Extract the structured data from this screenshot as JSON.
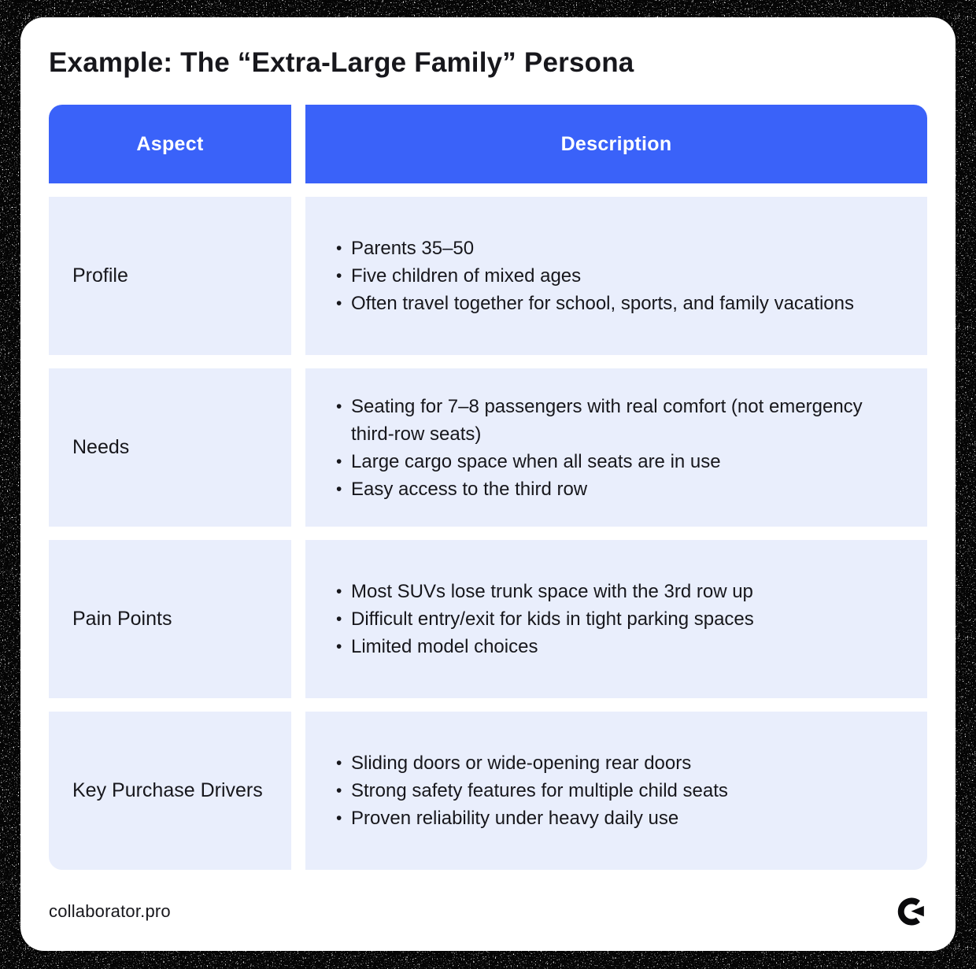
{
  "title": "Example: The “Extra-Large Family” Persona",
  "colors": {
    "accent_blue": "#3A62F9",
    "cell_bg": "#E9EEFC",
    "text_dark": "#17171C",
    "card_bg": "#FFFFFF"
  },
  "table": {
    "columns": [
      {
        "label": "Aspect"
      },
      {
        "label": "Description"
      }
    ],
    "rows": [
      {
        "aspect": "Profile",
        "bullets": [
          "Parents 35–50",
          "Five children of mixed ages",
          "Often travel together for school, sports, and family vacations"
        ]
      },
      {
        "aspect": "Needs",
        "bullets": [
          "Seating for 7–8 passengers with real comfort (not emergency third-row seats)",
          "Large cargo space when all seats are in use",
          "Easy access to the third row"
        ]
      },
      {
        "aspect": "Pain Points",
        "bullets": [
          "Most SUVs lose trunk space with the 3rd row up",
          "Difficult entry/exit for kids in tight parking spaces",
          "Limited model choices"
        ]
      },
      {
        "aspect": "Key Purchase Drivers",
        "bullets": [
          "Sliding doors or wide-opening rear doors",
          "Strong safety features for multiple child seats",
          "Proven reliability under heavy daily use"
        ]
      }
    ]
  },
  "footer": {
    "brand": "collaborator.pro",
    "logo": "collaborator-rotate-arrow-logo"
  }
}
